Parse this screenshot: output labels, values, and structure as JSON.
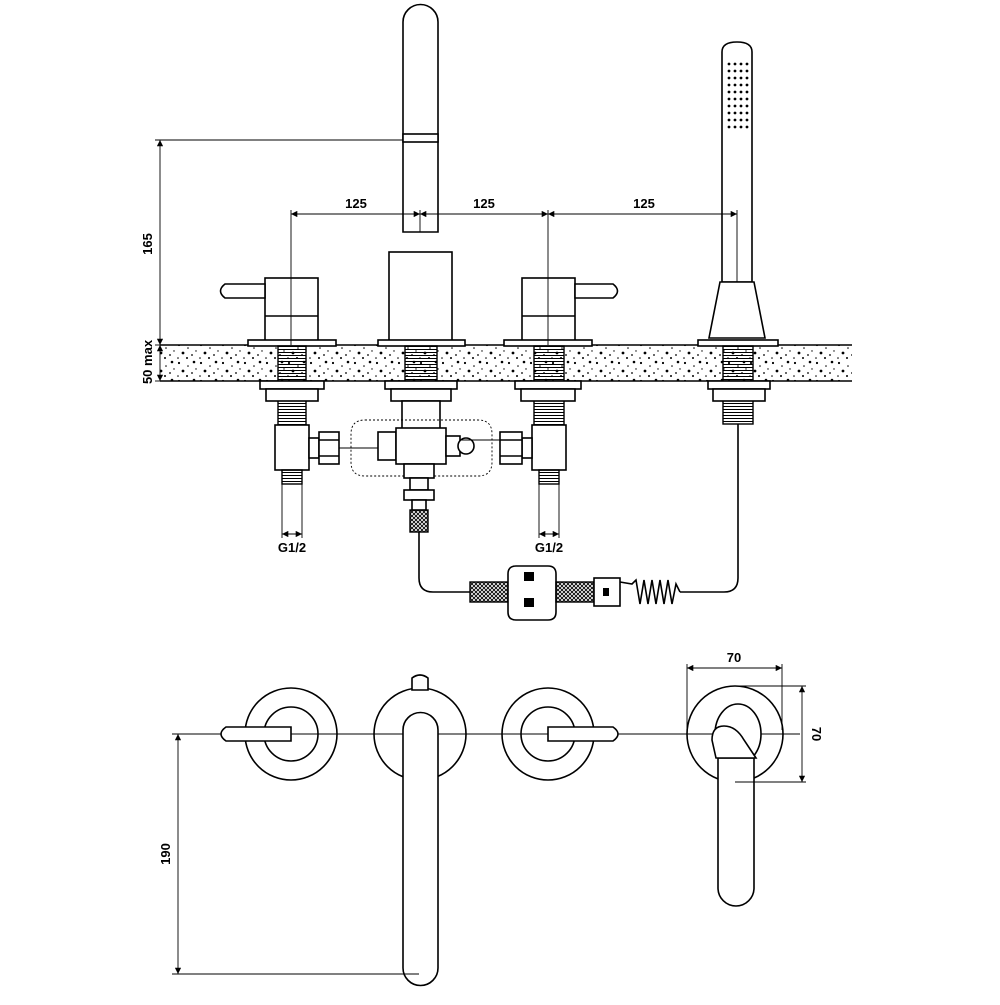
{
  "dimensions": {
    "spacing_1": "125",
    "spacing_2": "125",
    "spacing_3": "125",
    "spout_height": "165",
    "deck_thickness": "50 max",
    "thread_left": "G1/2",
    "thread_right": "G1/2",
    "plan_depth": "190",
    "handset_width": "70",
    "handset_depth": "70"
  },
  "colors": {
    "line": "#000000",
    "background": "#ffffff"
  }
}
